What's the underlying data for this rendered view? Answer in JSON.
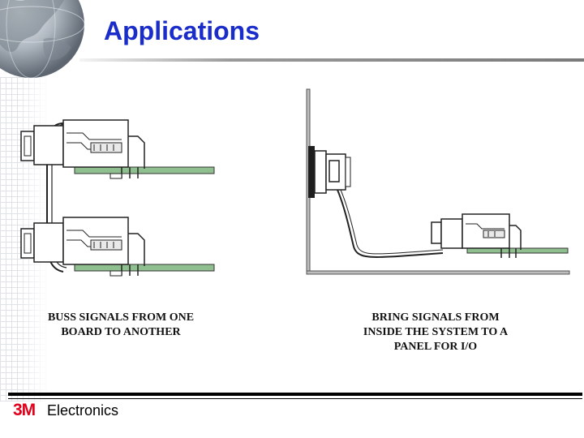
{
  "slide": {
    "title": "Applications",
    "captions": {
      "left": [
        "BUSS SIGNALS FROM ONE",
        "BOARD TO ANOTHER"
      ],
      "right": [
        "BRING SIGNALS FROM",
        "INSIDE THE SYSTEM TO A",
        "PANEL FOR I/O"
      ]
    }
  },
  "footer": {
    "logo_text": "3M",
    "brand_text": "Electronics"
  },
  "colors": {
    "title": "#1a2cc9",
    "logo": "#e2001a",
    "board": "#8fbf8f"
  },
  "icons": {
    "globe": "globe-icon",
    "logo": "3m-logo"
  }
}
